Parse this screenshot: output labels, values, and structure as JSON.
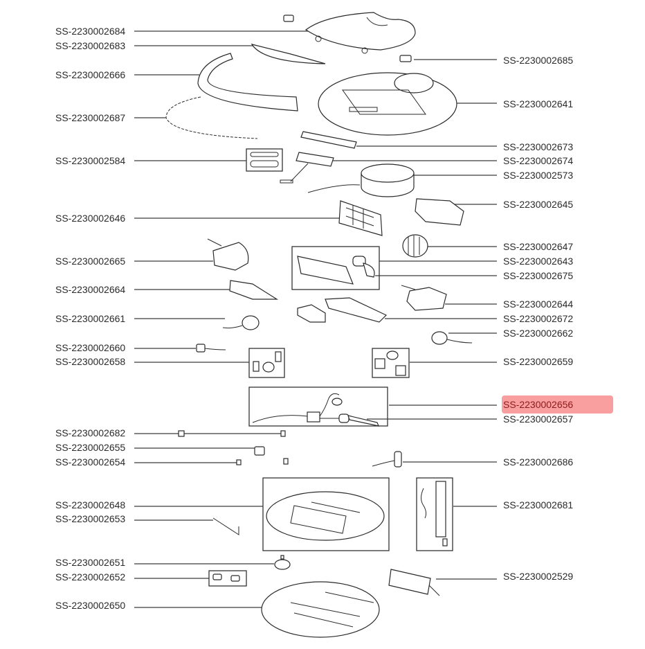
{
  "diagram": {
    "type": "exploded-parts-diagram",
    "subject": "robot vacuum cleaner spare parts",
    "highlighted_part": "SS-2230002656",
    "highlight_color": "#f55050"
  },
  "left_labels": [
    {
      "part": "SS-2230002684"
    },
    {
      "part": "SS-2230002683"
    },
    {
      "part": "SS-2230002666"
    },
    {
      "part": "SS-2230002687"
    },
    {
      "part": "SS-2230002584"
    },
    {
      "part": "SS-2230002646"
    },
    {
      "part": "SS-2230002665"
    },
    {
      "part": "SS-2230002664"
    },
    {
      "part": "SS-2230002661"
    },
    {
      "part": "SS-2230002660"
    },
    {
      "part": "SS-2230002658"
    },
    {
      "part": "SS-2230002682"
    },
    {
      "part": "SS-2230002655"
    },
    {
      "part": "SS-2230002654"
    },
    {
      "part": "SS-2230002648"
    },
    {
      "part": "SS-2230002653"
    },
    {
      "part": "SS-2230002651"
    },
    {
      "part": "SS-2230002652"
    },
    {
      "part": "SS-2230002650"
    }
  ],
  "right_labels": [
    {
      "part": "SS-2230002685"
    },
    {
      "part": "SS-2230002641"
    },
    {
      "part": "SS-2230002673"
    },
    {
      "part": "SS-2230002674"
    },
    {
      "part": "SS-2230002573"
    },
    {
      "part": "SS-2230002645"
    },
    {
      "part": "SS-2230002647"
    },
    {
      "part": "SS-2230002643"
    },
    {
      "part": "SS-2230002675"
    },
    {
      "part": "SS-2230002644"
    },
    {
      "part": "SS-2230002672"
    },
    {
      "part": "SS-2230002662"
    },
    {
      "part": "SS-2230002659"
    },
    {
      "part": "SS-2230002656"
    },
    {
      "part": "SS-2230002657"
    },
    {
      "part": "SS-2230002686"
    },
    {
      "part": "SS-2230002681"
    },
    {
      "part": "SS-2230002529"
    }
  ]
}
